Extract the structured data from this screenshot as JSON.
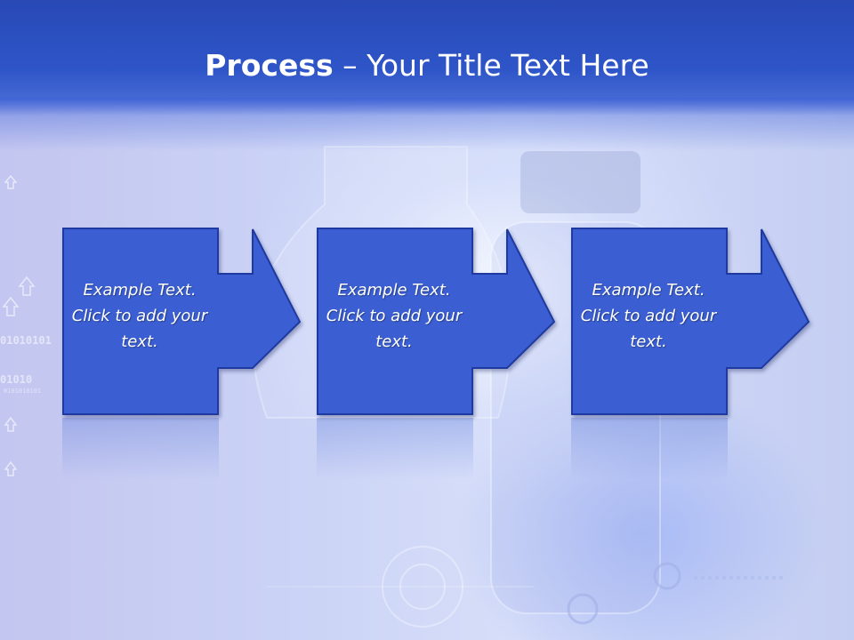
{
  "slide": {
    "title_strong": "Process",
    "title_rest": " – Your Title Text Here",
    "steps": [
      {
        "text": "Example Text. Click  to add your text."
      },
      {
        "text": "Example Text. Click  to add your text."
      },
      {
        "text": "Example Text. Click  to add your text."
      }
    ],
    "background_decor": {
      "binary_text_1": "01010101",
      "binary_text_2": "01010",
      "binary_text_3": "0101010101"
    }
  },
  "colors": {
    "header": "#2e55c8",
    "box_fill": "#3b5fd3",
    "box_border": "#1e3aa0",
    "text": "#ffffff"
  }
}
